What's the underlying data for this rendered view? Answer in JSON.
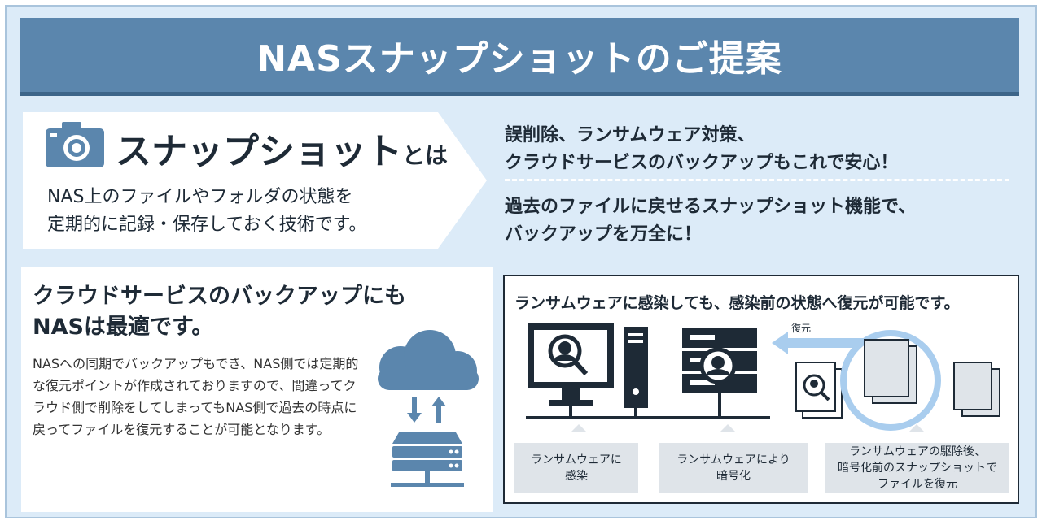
{
  "title": "NASスナップショットのご提案",
  "snapshot": {
    "heading": "スナップショット",
    "heading_suffix": "とは",
    "desc_line1": "NAS上のファイルやフォルダの状態を",
    "desc_line2": "定期的に記録・保存しておく技術です。"
  },
  "messages": {
    "line1": "誤削除、ランサムウェア対策、",
    "line2": "クラウドサービスのバックアップもこれで安心！",
    "line3": "過去のファイルに戻せるスナップショット機能で、",
    "line4": "バックアップを万全に！"
  },
  "cloud": {
    "heading_line1": "クラウドサービスのバックアップにも",
    "heading_line2": "NASは最適です。",
    "desc": "NASへの同期でバックアップもでき、NAS側では定期的な復元ポイントが作成されておりますので、間違ってクラウド側で削除をしてしまってもNAS側で過去の時点に戻ってファイルを復元することが可能となります。"
  },
  "ransomware": {
    "title": "ランサムウェアに感染しても、感染前の状態へ復元が可能です。",
    "restore_label": "復元",
    "steps": [
      {
        "line1": "ランサムウェアに",
        "line2": "感染",
        "line3": ""
      },
      {
        "line1": "ランサムウェアにより",
        "line2": "暗号化",
        "line3": ""
      },
      {
        "line1": "ランサムウェアの駆除後、",
        "line2": "暗号化前のスナップショットで",
        "line3": "ファイルを復元"
      }
    ]
  },
  "colors": {
    "title_bg": "#5b86ad",
    "frame_bg": "#dcebf8",
    "icon_blue": "#5b86ad",
    "dark": "#1e2a36"
  }
}
